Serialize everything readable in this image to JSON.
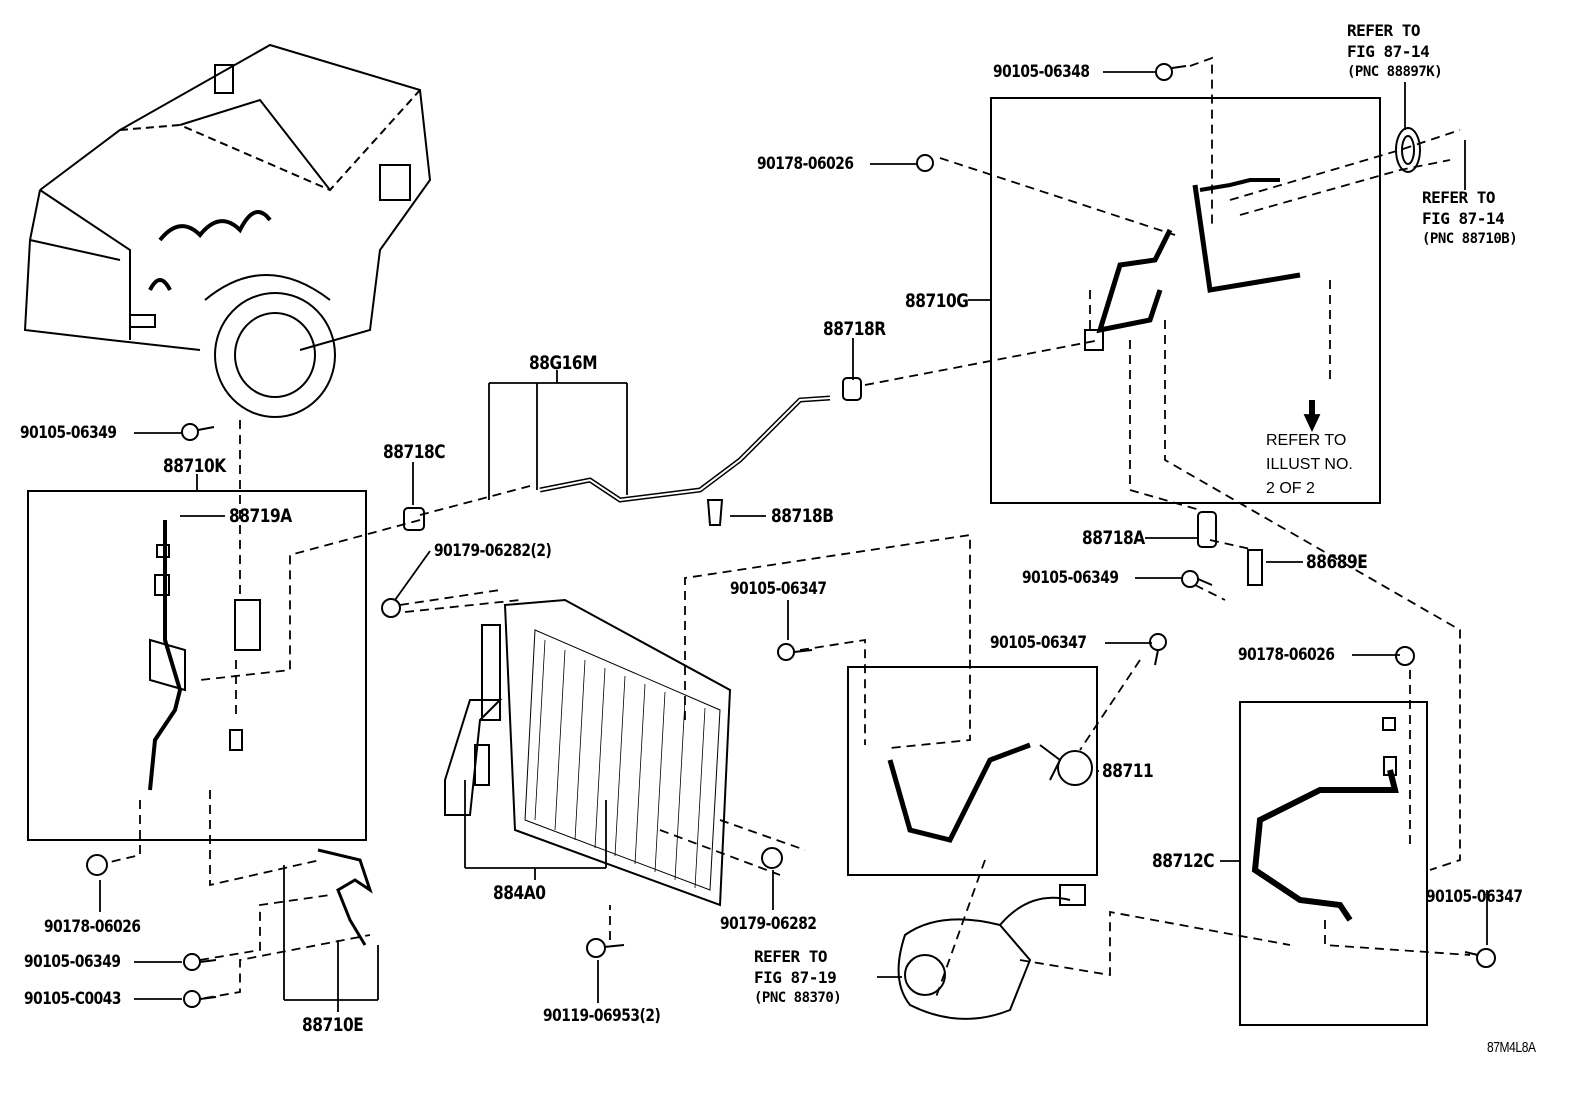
{
  "diagram_code": "87M4L8A",
  "parts": {
    "p90105_06348": "90105-06348",
    "p90178_06026_top": "90178-06026",
    "p88710G": "88710G",
    "p88718R": "88718R",
    "p88G16M": "88G16M",
    "p90105_06349_left": "90105-06349",
    "p88710K": "88710K",
    "p88718C": "88718C",
    "p88719A": "88719A",
    "p88718B": "88718B",
    "p88718A": "88718A",
    "p90179_06282_2": "90179-06282(2)",
    "p88689E": "88689E",
    "p90105_06349_right": "90105-06349",
    "p90105_06347_mid": "90105-06347",
    "p90105_06347_88711": "90105-06347",
    "p90178_06026_right": "90178-06026",
    "p88711": "88711",
    "p88712C": "88712C",
    "p884A0": "884A0",
    "p90105_06347_right": "90105-06347",
    "p90178_06026_left": "90178-06026",
    "p90179_06282": "90179-06282",
    "p90105_06349_bottom": "90105-06349",
    "p90105_C0043": "90105-C0043",
    "p90119_06953_2": "90119-06953(2)",
    "p88710E": "88710E"
  },
  "references": {
    "fig_87_14_a": {
      "line1": "REFER TO",
      "line2": "FIG 87-14",
      "line3": "(PNC 88897K)"
    },
    "fig_87_14_b": {
      "line1": "REFER TO",
      "line2": "FIG 87-14",
      "line3": "(PNC 88710B)"
    },
    "illust_2": {
      "line1": "REFER TO",
      "line2": "ILLUST NO.",
      "line3": "2 OF 2"
    },
    "fig_87_19": {
      "line1": "REFER TO",
      "line2": "FIG 87-19",
      "line3": "(PNC 88370)"
    }
  }
}
